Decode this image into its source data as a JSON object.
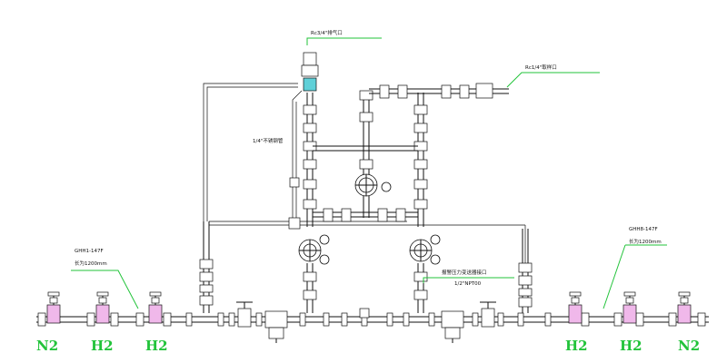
{
  "labels": {
    "vent": "Rc3/4\"排气口",
    "sample": "Rc1/4\"取样口",
    "hose": "1/4\"不锈钢管",
    "hose_left_code": "GHH1-147F",
    "hose_left_len": "长为1200mm",
    "hose_right_code": "GHH8-147F",
    "hose_right_len": "长为1200mm",
    "alarm_port": "报警压力变送器接口",
    "alarm_thread": "1/2\"NPT00"
  },
  "gases": [
    "N2",
    "H2",
    "H2",
    "H2",
    "H2",
    "N2"
  ],
  "colors": {
    "label_green": "#22c33a",
    "line": "#111111",
    "highlight_magenta": "#f0b8ea",
    "highlight_cyan": "#5fd0d8"
  }
}
